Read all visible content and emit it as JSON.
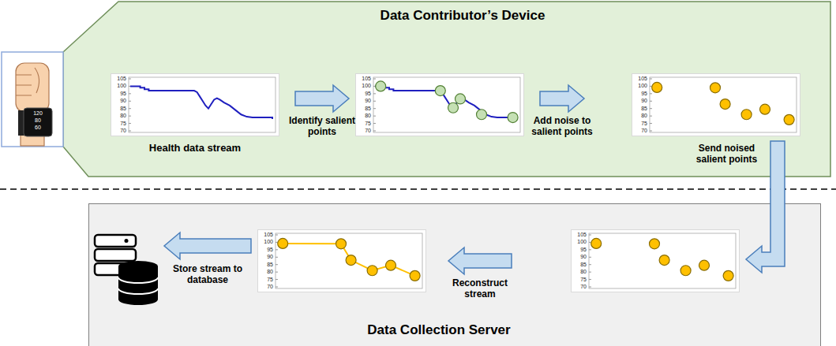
{
  "diagram": {
    "nodes": [
      {
        "text": [
          "Data Contributor’s Device"
        ]
      },
      {
        "text": [
          "105",
          "100",
          "95",
          "90",
          "85",
          "80",
          "75",
          "70",
          "Health data stream"
        ],
        "in": 0
      },
      {
        "text": [
          "105",
          "100",
          "95",
          "90",
          "85",
          "80",
          "75",
          "70"
        ],
        "in": 0
      },
      {
        "text": [
          "105",
          "100",
          "95",
          "90",
          "85",
          "80",
          "75",
          "70"
        ],
        "in": 0
      },
      {
        "text": [
          "Data Collection Server"
        ]
      },
      {
        "text": [
          "105",
          "100",
          "95",
          "90",
          "85",
          "80",
          "75",
          "70"
        ],
        "in": 4
      },
      {
        "text": [
          "105",
          "100",
          "95",
          "90",
          "85",
          "80",
          "75",
          "70"
        ],
        "in": 4
      }
    ],
    "edges": [
      {
        "from": 1,
        "to": 2,
        "arrow": "to",
        "label": "Identify salient points"
      },
      {
        "from": 2,
        "to": 3,
        "arrow": "to",
        "label": "Add noise to salient points"
      },
      {
        "from": 3,
        "to": 6,
        "arrow": "to",
        "label": "Send noised salient points"
      },
      {
        "from": 6,
        "to": 5,
        "arrow": "to",
        "label": "Reconstruct stream"
      }
    ],
    "labels": [
      "120",
      "80",
      "60",
      "Store stream to database"
    ]
  }
}
